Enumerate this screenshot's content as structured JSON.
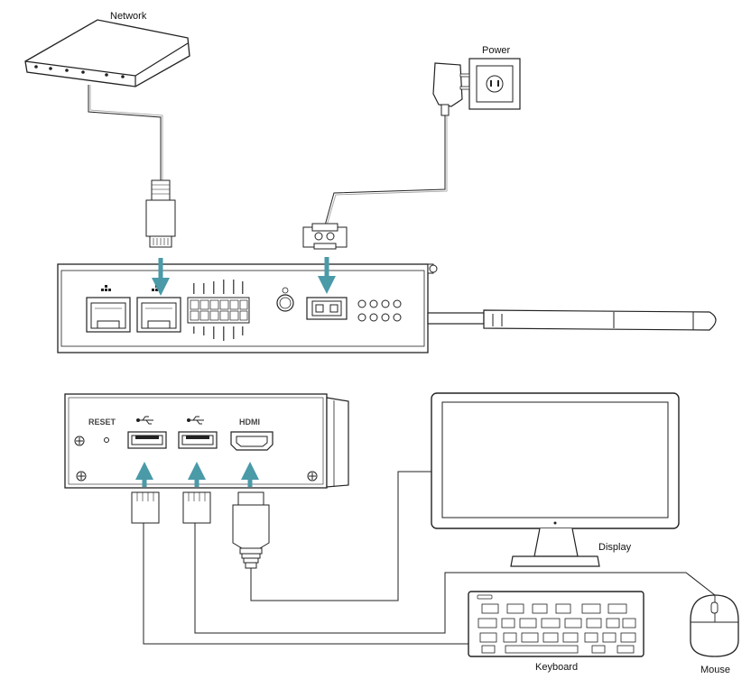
{
  "labels": {
    "network": "Network",
    "power": "Power",
    "display": "Display",
    "keyboard": "Keyboard",
    "mouse": "Mouse",
    "reset": "RESET",
    "hdmi": "HDMI"
  },
  "colors": {
    "arrow": "#4a9aa8",
    "line": "#222222",
    "device_fill": "#f4f4f4"
  },
  "icons": [
    "usb-icon",
    "lan-icon",
    "power-plug-icon"
  ]
}
